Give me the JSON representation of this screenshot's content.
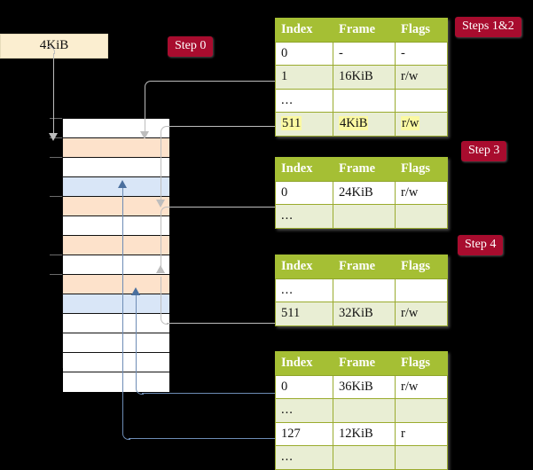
{
  "labels": {
    "source_tag": "4KiB",
    "step0": "Step 0",
    "steps12": "Steps 1&2",
    "step3": "Step 3",
    "step4": "Step 4"
  },
  "columns": {
    "index": "Index",
    "frame": "Frame",
    "flags": "Flags"
  },
  "tables": [
    {
      "name": "level-4-table",
      "rows": [
        {
          "index": "0",
          "frame": "-",
          "flags": "-",
          "style": "plain",
          "highlight": false
        },
        {
          "index": "1",
          "frame": "16KiB",
          "flags": "r/w",
          "style": "alt",
          "highlight": false
        },
        {
          "index": "...",
          "frame": "",
          "flags": "",
          "style": "plain",
          "highlight": false
        },
        {
          "index": "511",
          "frame": "4KiB",
          "flags": "r/w",
          "style": "alt",
          "highlight": true
        }
      ]
    },
    {
      "name": "level-3-table",
      "rows": [
        {
          "index": "0",
          "frame": "24KiB",
          "flags": "r/w",
          "style": "plain",
          "highlight": false
        },
        {
          "index": "...",
          "frame": "",
          "flags": "",
          "style": "alt",
          "highlight": false
        }
      ]
    },
    {
      "name": "level-2-table",
      "rows": [
        {
          "index": "...",
          "frame": "",
          "flags": "",
          "style": "plain",
          "highlight": false
        },
        {
          "index": "511",
          "frame": "32KiB",
          "flags": "r/w",
          "style": "alt",
          "highlight": false
        }
      ]
    },
    {
      "name": "level-1-table",
      "rows": [
        {
          "index": "0",
          "frame": "36KiB",
          "flags": "r/w",
          "style": "plain",
          "highlight": false
        },
        {
          "index": "...",
          "frame": "",
          "flags": "",
          "style": "alt",
          "highlight": false
        },
        {
          "index": "127",
          "frame": "12KiB",
          "flags": "r",
          "style": "plain",
          "highlight": false
        },
        {
          "index": "...",
          "frame": "",
          "flags": "",
          "style": "alt",
          "highlight": false
        }
      ]
    }
  ],
  "memory_column": {
    "name": "physical-memory-frames",
    "frames": [
      {
        "fill": "white"
      },
      {
        "fill": "orange"
      },
      {
        "fill": "white"
      },
      {
        "fill": "blue"
      },
      {
        "fill": "orange"
      },
      {
        "fill": "white"
      },
      {
        "fill": "orange"
      },
      {
        "fill": "white"
      },
      {
        "fill": "orange"
      },
      {
        "fill": "blue"
      },
      {
        "fill": "white"
      },
      {
        "fill": "white"
      },
      {
        "fill": "white"
      },
      {
        "fill": "white"
      }
    ]
  },
  "colors": {
    "background": "#000000",
    "table_header": "#a5bf34",
    "table_alt_row": "#e9eed4",
    "badge": "#a80c2e",
    "highlight": "#fbf9a2",
    "tag": "#fbeed0",
    "frame_orange": "#fde2cb",
    "frame_blue": "#d9e6f7",
    "connector_grey": "#bdbdbd",
    "connector_blue": "#6d8cb5"
  }
}
